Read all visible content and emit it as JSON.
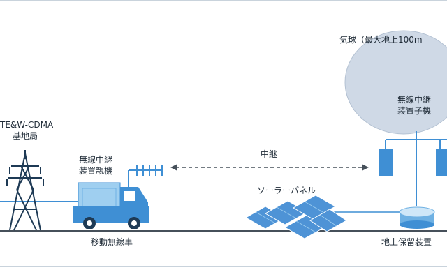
{
  "labels": {
    "base_station_line1": "TE&W-CDMA",
    "base_station_line2": "基地局",
    "relay_parent_line1": "無線中継",
    "relay_parent_line2": "装置親機",
    "relay_link": "中継",
    "balloon": "気球（最大地上100m",
    "relay_child_line1": "無線中継",
    "relay_child_line2": "装置子機",
    "solar_panel": "ソーラーパネル",
    "mobile_vehicle": "移動無線車",
    "ground_unit": "地上保留装置"
  },
  "colors": {
    "accent": "#3f8fd4",
    "balloon_fill": "#cfd9e6",
    "ground_line": "#46505a",
    "panel": "#4e93d6",
    "frame": "#c9d3dc"
  }
}
